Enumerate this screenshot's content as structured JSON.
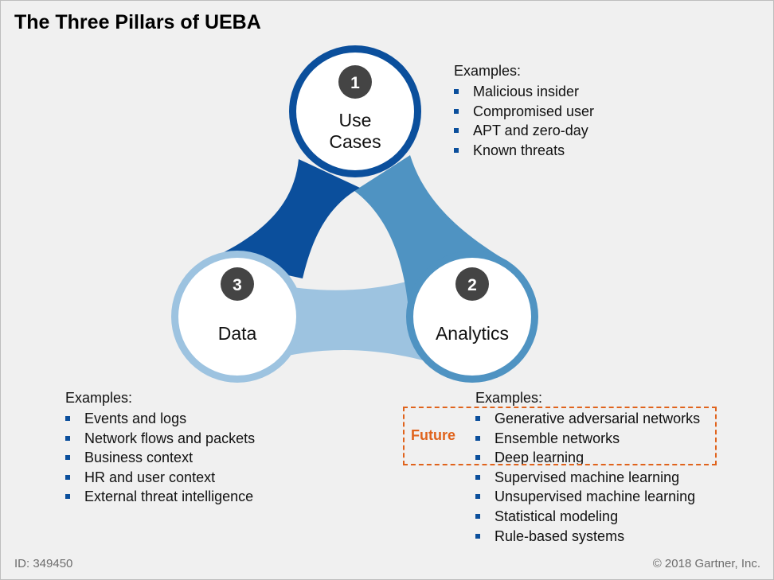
{
  "title": "The Three Pillars of UEBA",
  "colors": {
    "dark_blue": "#0b4f9c",
    "mid_blue": "#4f93c2",
    "light_blue": "#9dc3e0",
    "badge": "#444444",
    "future_orange": "#e0631c",
    "bullet": "#0b4f9c"
  },
  "pillars": [
    {
      "number": "1",
      "label_lines": [
        "Use",
        "Cases"
      ]
    },
    {
      "number": "2",
      "label_lines": [
        "Analytics"
      ]
    },
    {
      "number": "3",
      "label_lines": [
        "Data"
      ]
    }
  ],
  "use_cases": {
    "heading": "Examples:",
    "items": [
      "Malicious insider",
      "Compromised user",
      "APT and zero-day",
      "Known threats"
    ]
  },
  "data": {
    "heading": "Examples:",
    "items": [
      "Events and logs",
      "Network flows and packets",
      "Business context",
      "HR and user context",
      "External threat intelligence"
    ]
  },
  "analytics": {
    "heading": "Examples:",
    "items": [
      "Generative adversarial networks",
      "Ensemble networks",
      "Deep learning",
      "Supervised machine learning",
      "Unsupervised machine learning",
      "Statistical modeling",
      "Rule-based systems"
    ]
  },
  "future_label": "Future",
  "footer": {
    "id": "ID: 349450",
    "copyright": "© 2018 Gartner, Inc."
  }
}
